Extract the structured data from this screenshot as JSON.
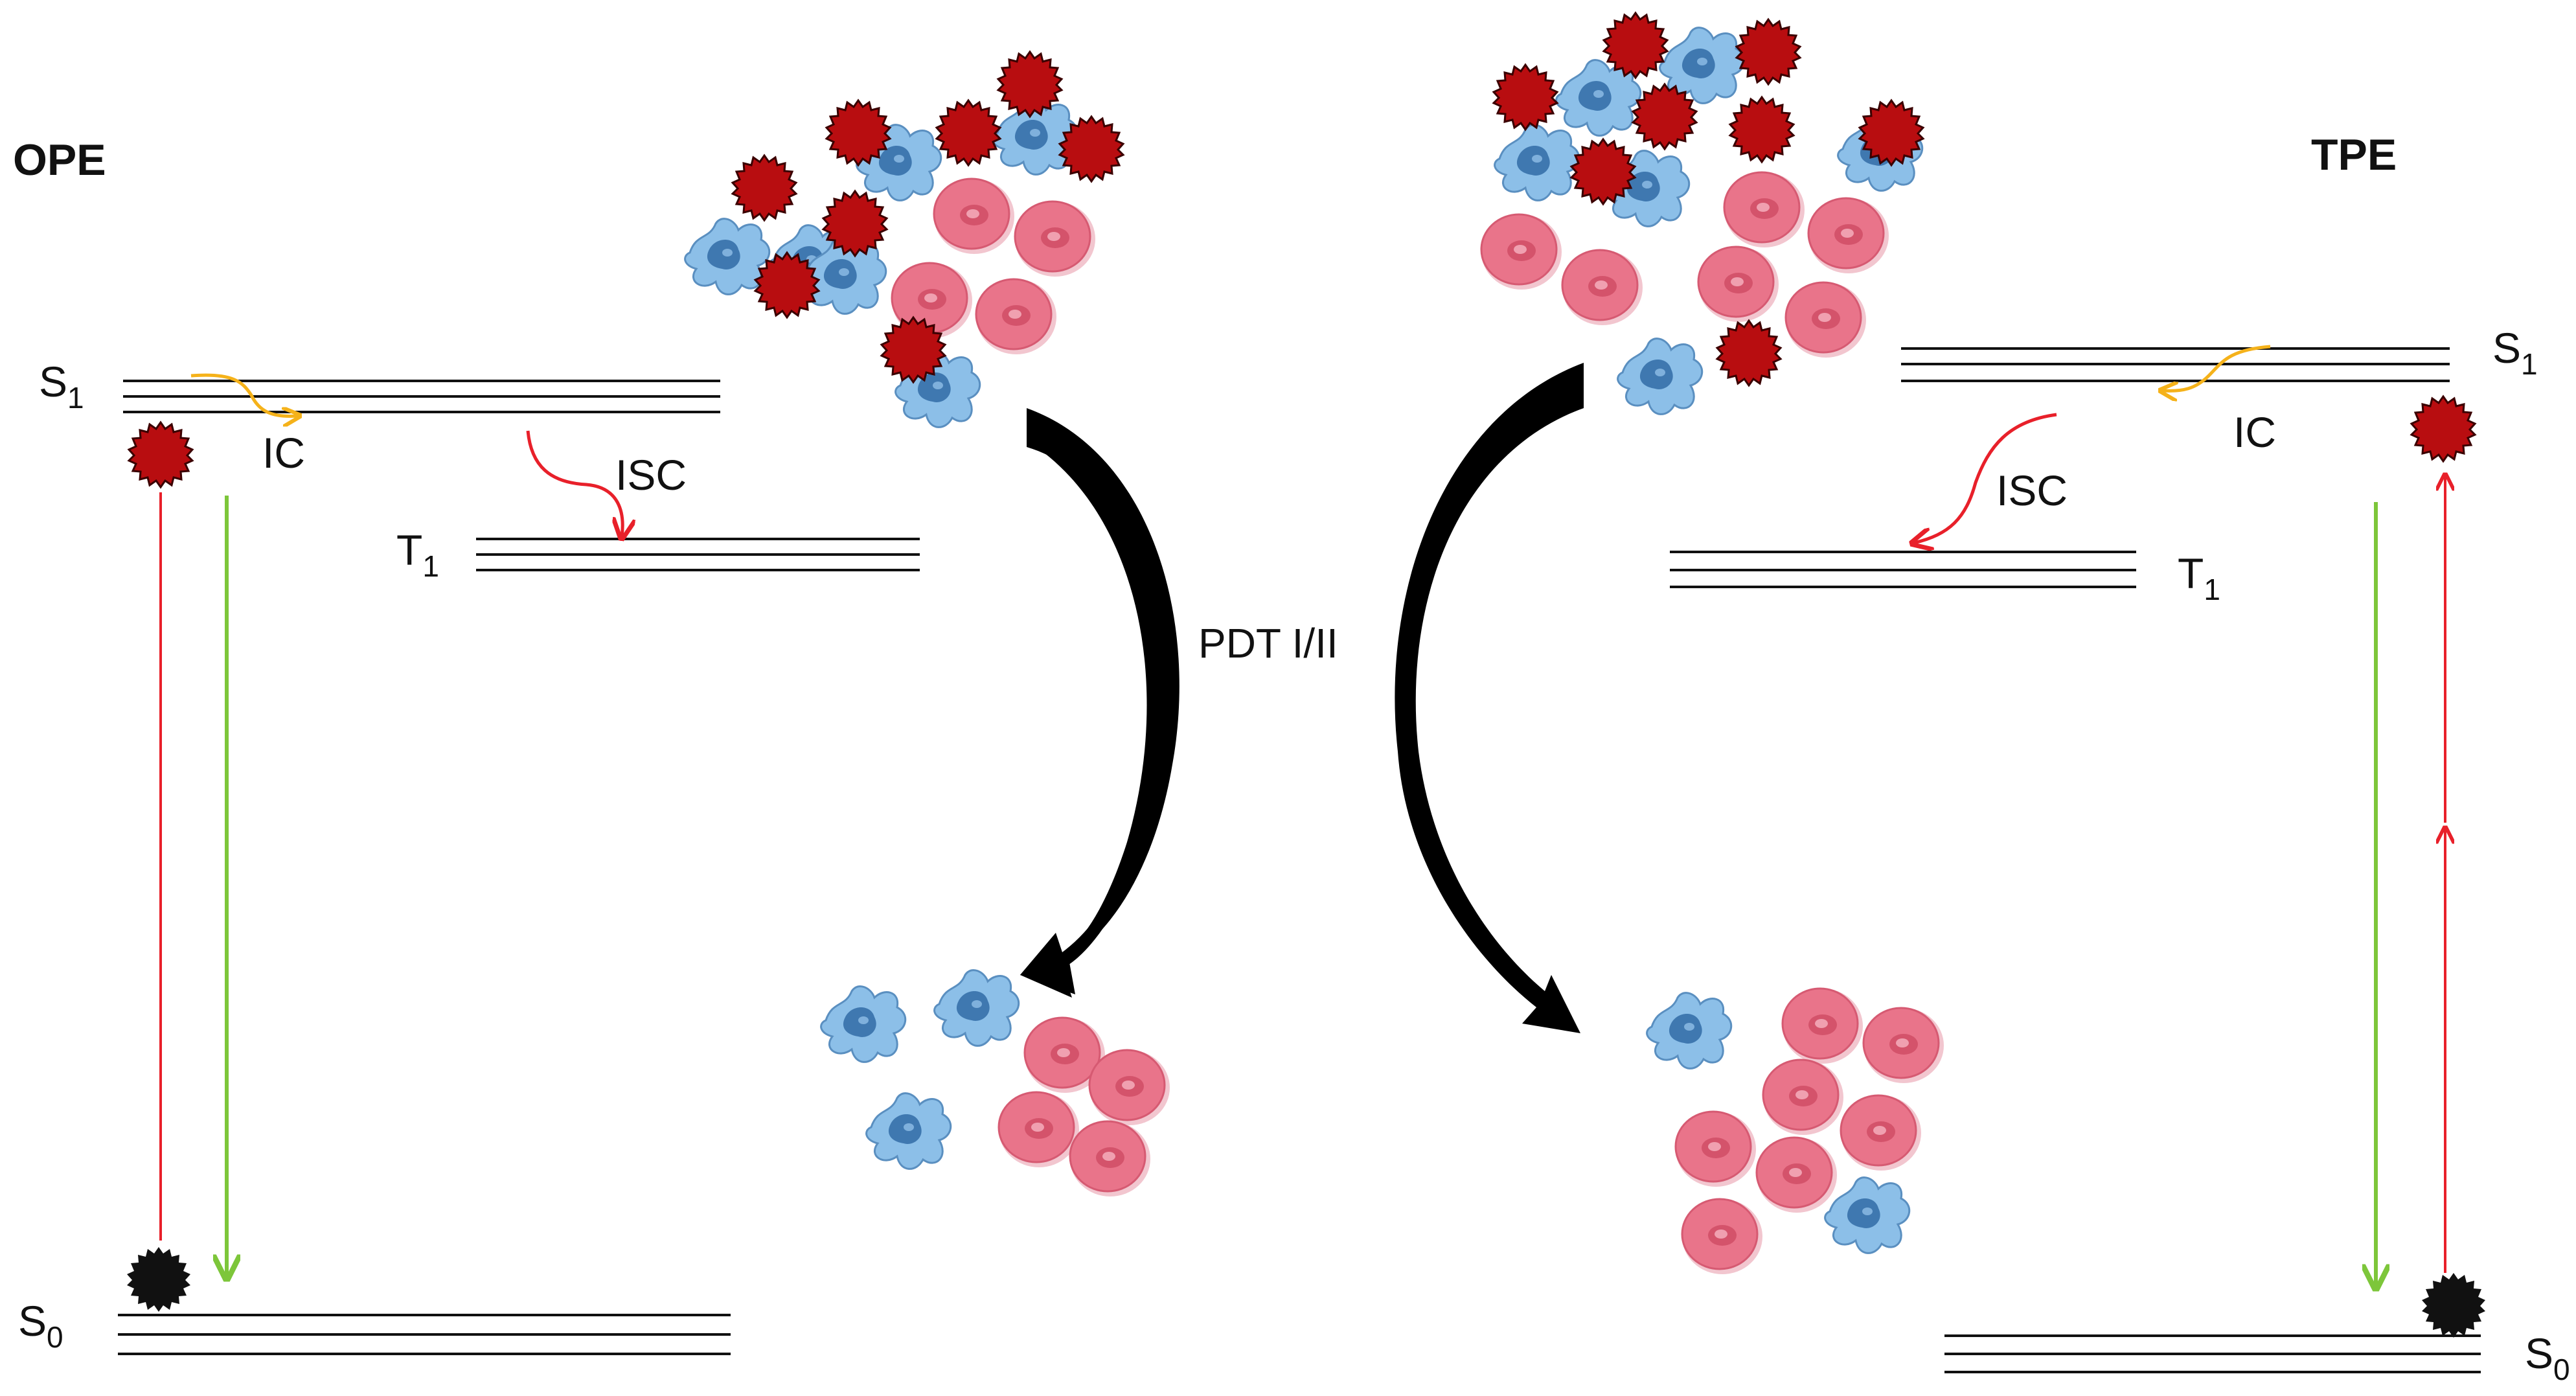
{
  "labels": {
    "ope": "OPE",
    "tpe": "TPE",
    "pdt": "PDT I/II",
    "s1_left": {
      "main": "S",
      "sub": "1"
    },
    "s0_left": {
      "main": "S",
      "sub": "0"
    },
    "t1_left": {
      "main": "T",
      "sub": "1"
    },
    "s1_right": {
      "main": "S",
      "sub": "1"
    },
    "s0_right": {
      "main": "S",
      "sub": "0"
    },
    "t1_right": {
      "main": "T",
      "sub": "1"
    },
    "ic_left": "IC",
    "isc_left": "ISC",
    "ic_right": "IC",
    "isc_right": "ISC"
  },
  "colors": {
    "excitation": "#e8202a",
    "emission": "#7dc63a",
    "internal_conversion": "#f5b21a",
    "intersystem_crossing": "#e8202a",
    "photosensitizer_excited": "#b80d10",
    "photosensitizer_ground": "#111111",
    "cancer_cell": "#e9748a",
    "immune_cell": "#6ea8d8",
    "pdt_arrow": "#000000"
  }
}
